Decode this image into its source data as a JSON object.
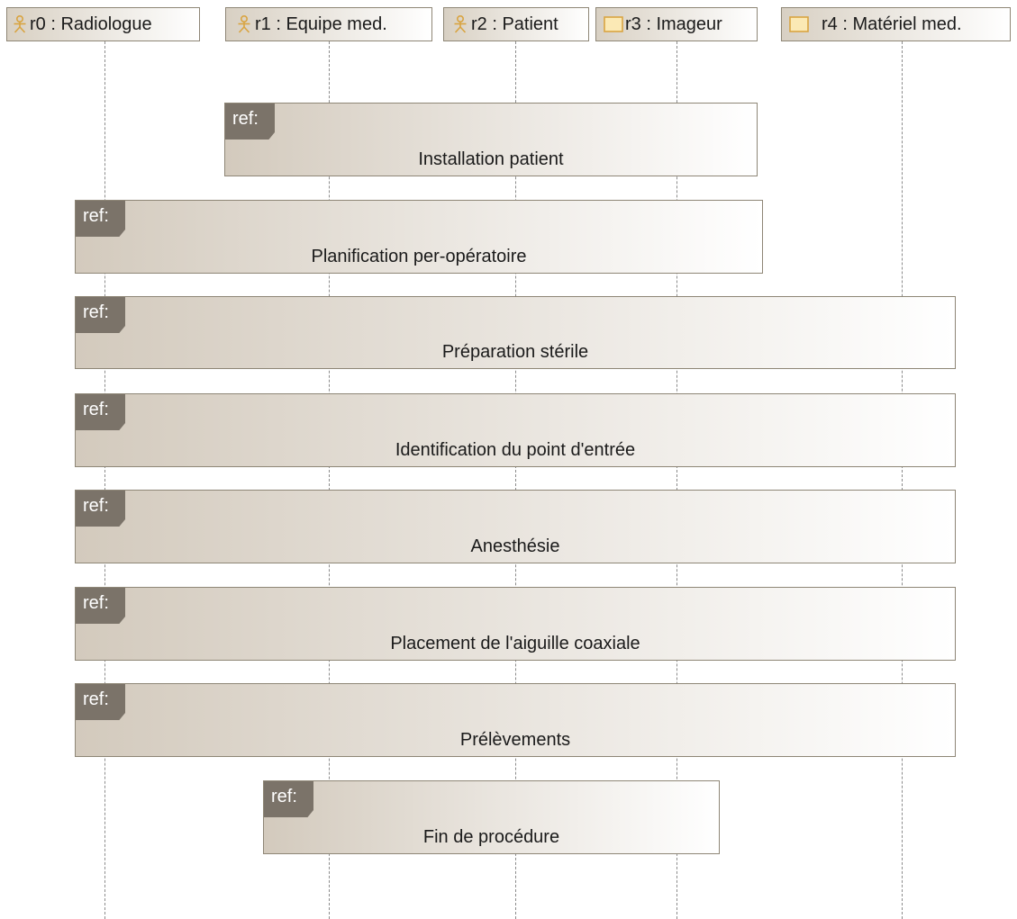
{
  "lifelines": [
    {
      "label": "r0 : Radiologue",
      "kind": "actor",
      "icon": "actor-icon"
    },
    {
      "label": "r1 : Equipe med.",
      "kind": "actor",
      "icon": "actor-icon"
    },
    {
      "label": "r2 : Patient",
      "kind": "actor",
      "icon": "actor-icon"
    },
    {
      "label": "r3 : Imageur",
      "kind": "object",
      "icon": "box-icon"
    },
    {
      "label": "r4 : Matériel med.",
      "kind": "object",
      "icon": "box-icon"
    }
  ],
  "ref_keyword": "ref:",
  "fragments": [
    {
      "title": "Installation patient"
    },
    {
      "title": "Planification per-opératoire"
    },
    {
      "title": "Préparation stérile"
    },
    {
      "title": "Identification du point d'entrée"
    },
    {
      "title": "Anesthésie"
    },
    {
      "title": "Placement de l'aiguille coaxiale"
    },
    {
      "title": "Prélèvements"
    },
    {
      "title": "Fin de procédure"
    }
  ],
  "colors": {
    "actor_icon": "#d9a441",
    "box_icon_fill": "#fbe9b5",
    "box_icon_stroke": "#d9a441",
    "ref_tag": "#7b7369"
  }
}
